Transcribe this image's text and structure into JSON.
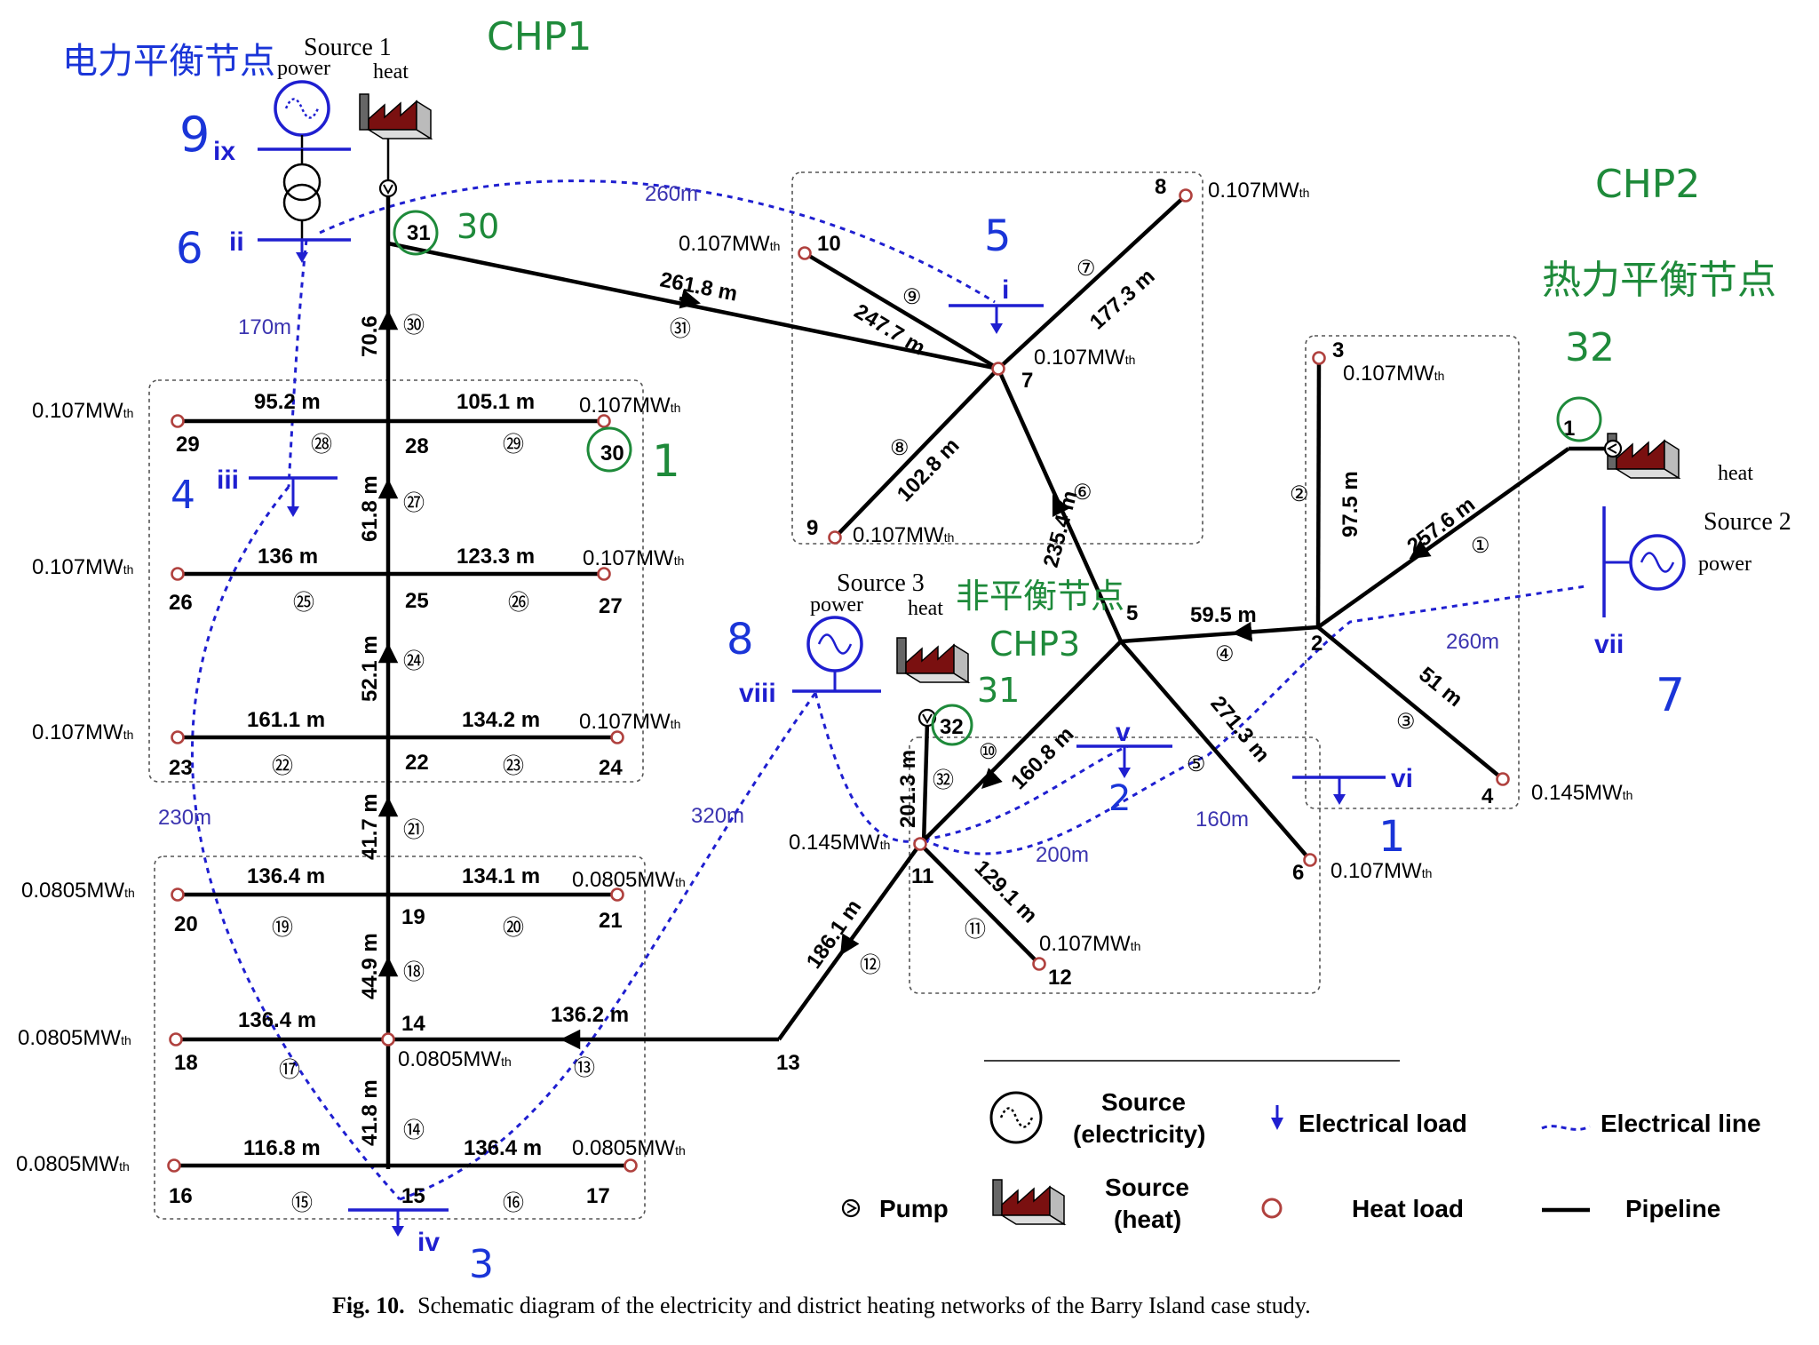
{
  "caption": {
    "prefix": "Fig. 10.",
    "text": "Schematic diagram of the electricity and district heating networks of the Barry Island case study."
  },
  "sources": {
    "s1": {
      "title": "Source 1",
      "power": "power",
      "heat": "heat"
    },
    "s2": {
      "title": "Source 2",
      "power": "power",
      "heat": "heat"
    },
    "s3": {
      "title": "Source 3",
      "power": "power",
      "heat": "heat"
    }
  },
  "buses": [
    "ix",
    "ii",
    "iii",
    "iv",
    "v",
    "vi",
    "vii",
    "viii",
    "i"
  ],
  "nodes": [
    "1",
    "2",
    "3",
    "4",
    "5",
    "6",
    "7",
    "8",
    "9",
    "10",
    "11",
    "12",
    "13",
    "14",
    "15",
    "16",
    "17",
    "18",
    "19",
    "20",
    "21",
    "22",
    "23",
    "24",
    "25",
    "26",
    "27",
    "28",
    "29",
    "30",
    "31",
    "32"
  ],
  "pipe_lengths": [
    "261.8 m",
    "247.7 m",
    "177.3 m",
    "102.8 m",
    "235.4 m",
    "59.5 m",
    "97.5 m",
    "257.6 m",
    "51 m",
    "271.3 m",
    "160.8 m",
    "201.3 m",
    "129.1 m",
    "186.1 m",
    "136.2 m",
    "70.6",
    "95.2 m",
    "105.1 m",
    "61.8 m",
    "136 m",
    "123.3 m",
    "52.1 m",
    "161.1 m",
    "134.2 m",
    "41.7 m",
    "136.4 m",
    "134.1 m",
    "44.9 m",
    "136.4 m",
    "41.8 m",
    "116.8 m",
    "136.4 m"
  ],
  "pipe_numbers": [
    "①",
    "②",
    "③",
    "④",
    "⑤",
    "⑥",
    "⑦",
    "⑧",
    "⑨",
    "⑩",
    "⑪",
    "⑫",
    "⑬",
    "⑭",
    "⑮",
    "⑯",
    "⑰",
    "⑱",
    "⑲",
    "⑳",
    "㉑",
    "㉒",
    "㉓",
    "㉔",
    "㉕",
    "㉖",
    "㉗",
    "㉘",
    "㉙",
    "㉚",
    "㉛",
    "㉜"
  ],
  "loads": {
    "l107": "0.107MW",
    "l145": "0.145MW",
    "l0805": "0.0805MW",
    "sub": "th"
  },
  "eline_lengths": [
    "260m",
    "170m",
    "230m",
    "320m",
    "260m",
    "160m",
    "200m"
  ],
  "legend": {
    "source_elec": "Source",
    "source_elec2": "(electricity)",
    "source_heat": "Source",
    "source_heat2": "(heat)",
    "elec_load": "Electrical load",
    "heat_load": "Heat load",
    "elec_line": "Electrical line",
    "pipeline": "Pipeline",
    "pump": "Pump"
  },
  "annotations": {
    "power_balance": "电力平衡节点",
    "heat_balance": "热力平衡节点",
    "non_balance": "非平衡节点",
    "chp1": "CHP1",
    "chp2": "CHP2",
    "chp3": "CHP3",
    "n9": "9",
    "n6": "6",
    "n4": "4",
    "n3": "3",
    "n2": "2",
    "n1": "1",
    "n7": "7",
    "n8": "8",
    "n5": "5",
    "n30": "30",
    "n31": "31",
    "n32": "32",
    "n1b": "1"
  },
  "colors": {
    "pipe": "#000000",
    "electric": "#1f1fd0",
    "heat_load": "#b0413e",
    "factory": "#7a1010",
    "hand_blue": "#1a35d8",
    "hand_green": "#1e8a3a"
  }
}
